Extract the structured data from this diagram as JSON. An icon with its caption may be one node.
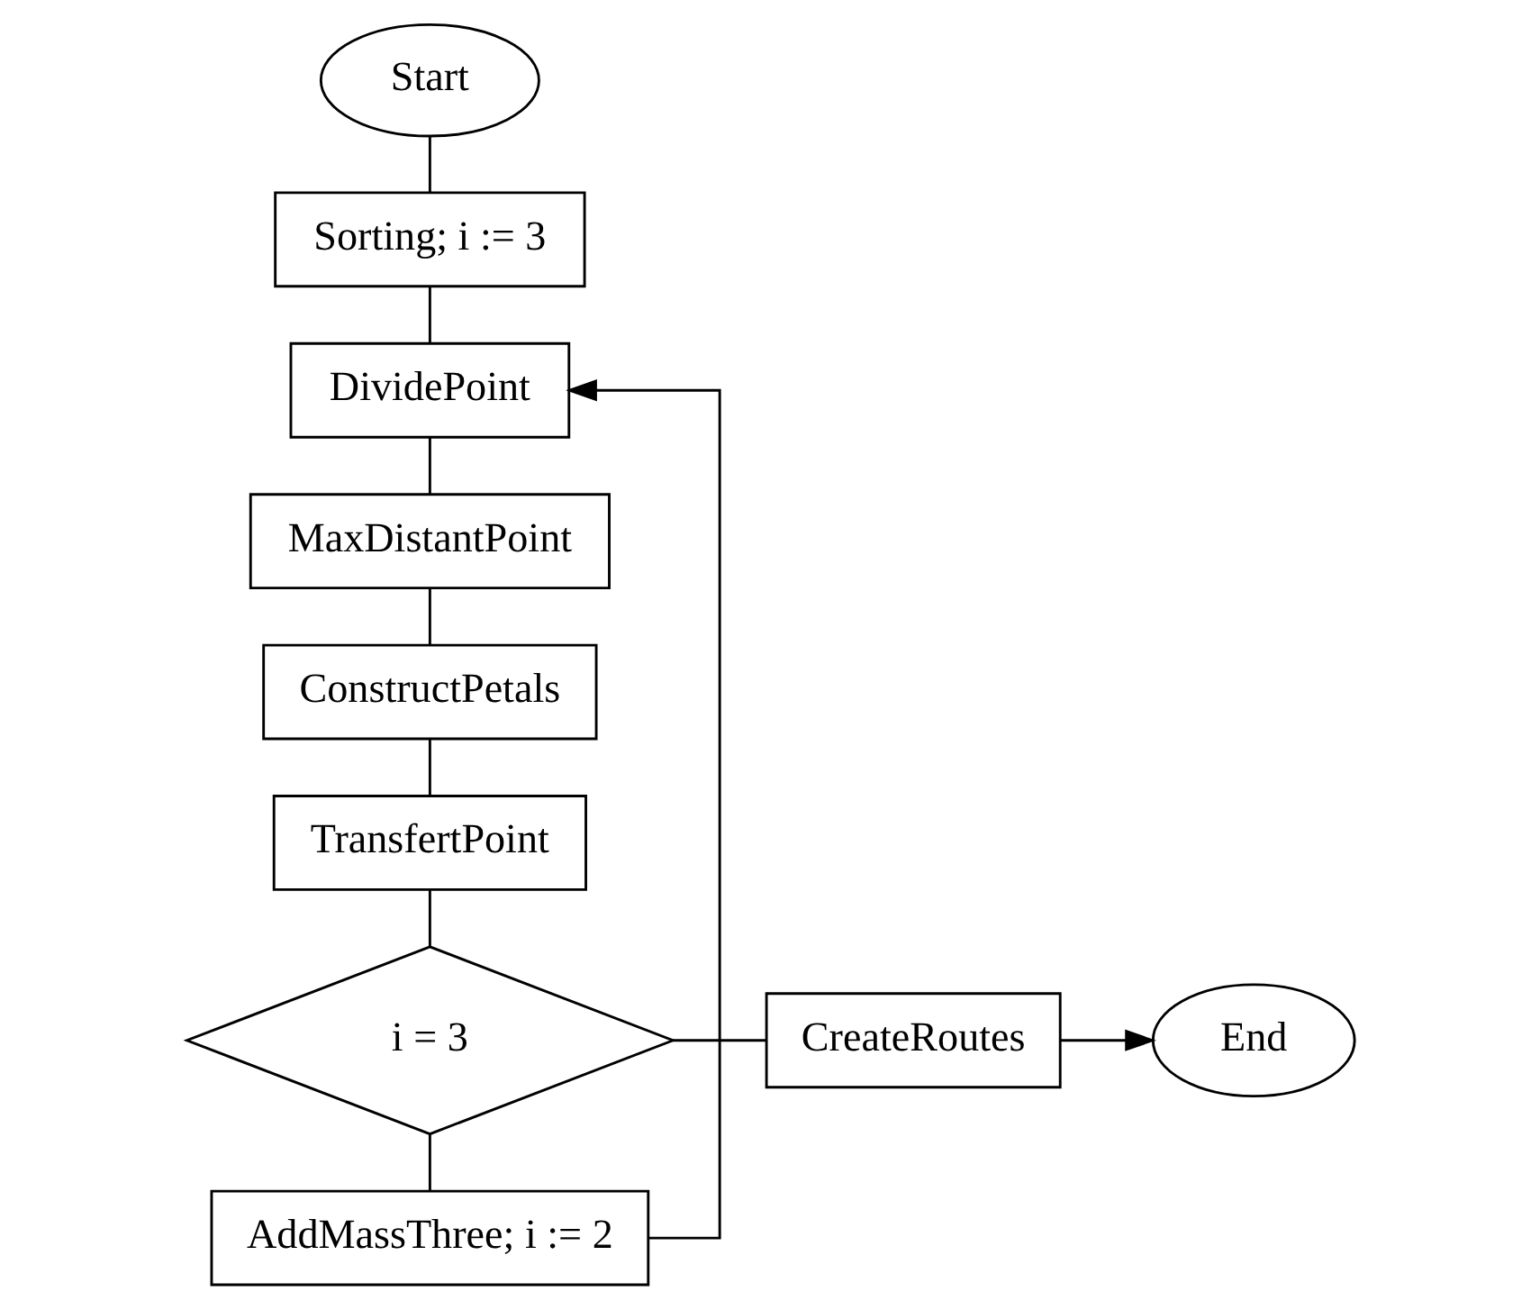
{
  "diagram": {
    "nodes": [
      {
        "text": [
          "Start"
        ]
      },
      {
        "text": [
          "Sorting; i := 3"
        ]
      },
      {
        "text": [
          "DividePoint"
        ]
      },
      {
        "text": [
          "MaxDistantPoint"
        ]
      },
      {
        "text": [
          "ConstructPetals"
        ]
      },
      {
        "text": [
          "TransfertPoint"
        ]
      },
      {
        "text": [
          "i = 3"
        ]
      },
      {
        "text": [
          "CreateRoutes"
        ]
      },
      {
        "text": [
          "End"
        ]
      },
      {
        "text": [
          "AddMassThree; i := 2"
        ]
      }
    ],
    "edges": [
      {
        "from": 0,
        "to": 1,
        "arrow": "none"
      },
      {
        "from": 1,
        "to": 2,
        "arrow": "none"
      },
      {
        "from": 2,
        "to": 3,
        "arrow": "none"
      },
      {
        "from": 3,
        "to": 4,
        "arrow": "none"
      },
      {
        "from": 4,
        "to": 5,
        "arrow": "none"
      },
      {
        "from": 5,
        "to": 6,
        "arrow": "none"
      },
      {
        "from": 6,
        "to": 7,
        "arrow": "none"
      },
      {
        "from": 7,
        "to": 8,
        "arrow": "to"
      },
      {
        "from": 6,
        "to": 9,
        "arrow": "none"
      },
      {
        "from": 9,
        "to": 2,
        "arrow": "to"
      }
    ]
  }
}
